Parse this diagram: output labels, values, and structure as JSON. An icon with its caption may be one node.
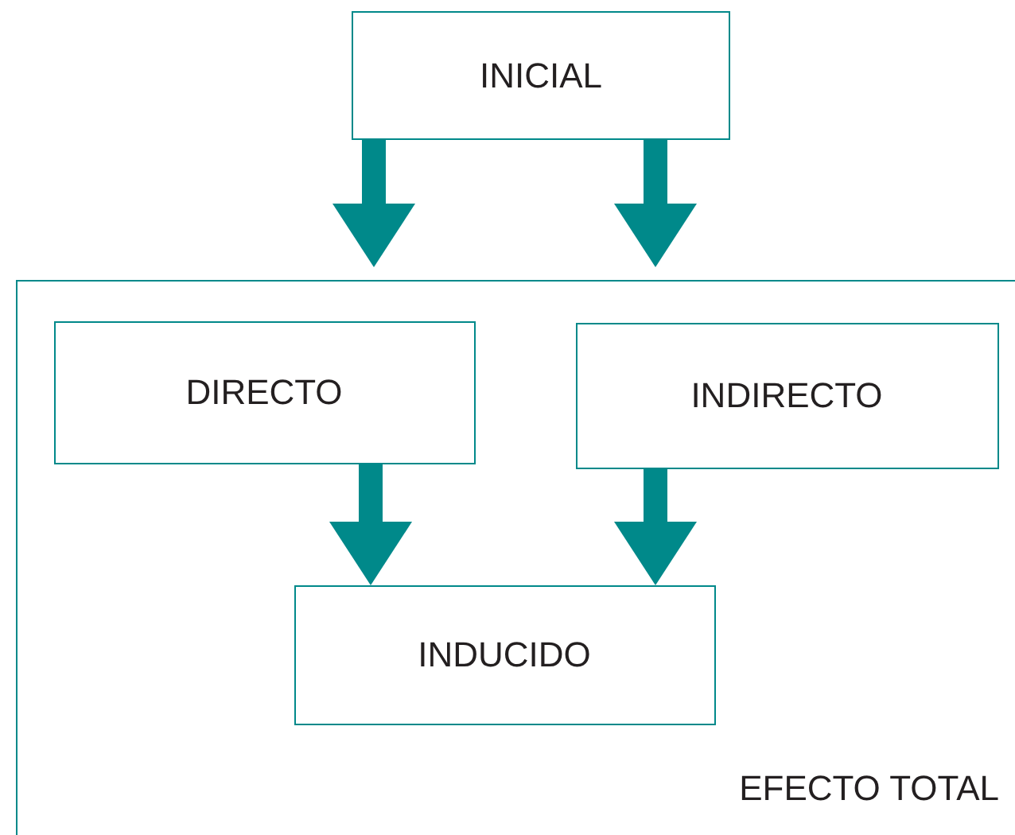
{
  "diagram": {
    "nodes": [
      {
        "text": [
          "INICIAL"
        ]
      },
      {
        "text": [
          "EFECTO TOTAL"
        ]
      },
      {
        "text": [
          "DIRECTO"
        ],
        "in": 1
      },
      {
        "text": [
          "INDIRECTO"
        ],
        "in": 1
      },
      {
        "text": [
          "INDUCIDO"
        ],
        "in": 1
      }
    ],
    "edges": [
      {
        "from": 0,
        "to": 1,
        "arrow": "to"
      },
      {
        "from": 0,
        "to": 1,
        "arrow": "to"
      },
      {
        "from": 2,
        "to": 4,
        "arrow": "to"
      },
      {
        "from": 3,
        "to": 4,
        "arrow": "to"
      }
    ]
  }
}
